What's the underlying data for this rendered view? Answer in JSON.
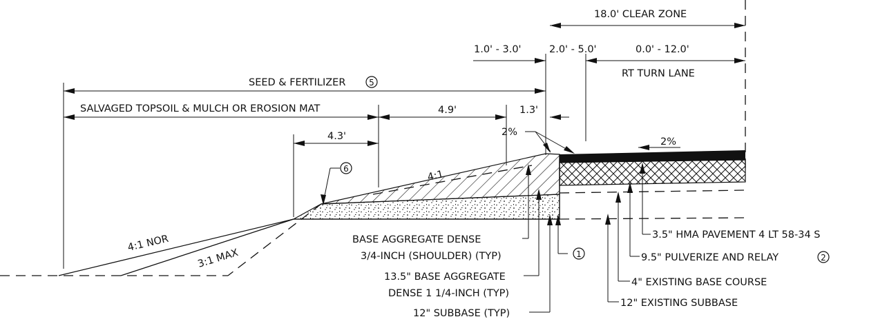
{
  "dimensions": {
    "clear_zone": "18.0' CLEAR ZONE",
    "d_1_3": "1.0' - 3.0'",
    "d_2_5": "2.0' - 5.0'",
    "d_0_12": "0.0' - 12.0'",
    "rt_turn_lane": "RT TURN LANE",
    "seed_fertilizer": "SEED & FERTILIZER",
    "seed_note": "5",
    "salvaged_topsoil": "SALVAGED TOPSOIL & MULCH OR EROSION MAT",
    "d_4_9": "4.9'",
    "d_1_3b": "1.3'",
    "d_4_3": "4.3'"
  },
  "slopes": {
    "shoulder_slope": "2%",
    "pavement_slope": "2%",
    "fore_slope": "4:1",
    "nor_slope": "4:1 NOR",
    "max_slope": "3:1 MAX",
    "note_6": "6"
  },
  "callouts": {
    "base_agg_shoulder_1": "BASE AGGREGATE DENSE",
    "base_agg_shoulder_2": "3/4-INCH (SHOULDER) (TYP)",
    "base_agg_13_1": "13.5\" BASE AGGREGATE",
    "base_agg_13_2": "DENSE 1 1/4-INCH (TYP)",
    "subbase_12": "12\" SUBBASE (TYP)",
    "note_1": "1",
    "hma": "3.5\" HMA PAVEMENT 4 LT 58-34 S",
    "pulverize": "9.5\" PULVERIZE AND RELAY",
    "pulverize_note": "2",
    "existing_base": "4\" EXISTING BASE COURSE",
    "existing_subbase": "12\" EXISTING SUBBASE"
  }
}
